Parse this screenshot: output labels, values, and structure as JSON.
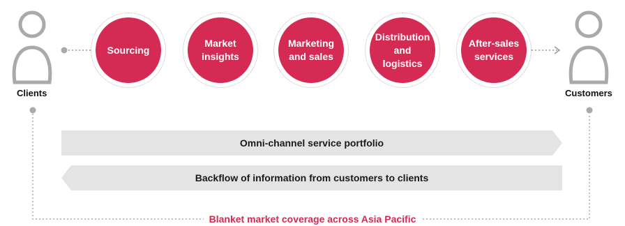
{
  "actors": {
    "left": {
      "label": "Clients",
      "icon": "person-icon"
    },
    "right": {
      "label": "Customers",
      "icon": "person-icon"
    }
  },
  "stages": [
    {
      "label": "Sourcing"
    },
    {
      "label": "Market\ninsights"
    },
    {
      "label": "Marketing\nand sales"
    },
    {
      "label": "Distribution\nand\nlogistics"
    },
    {
      "label": "After-sales\nservices"
    }
  ],
  "banners": {
    "forward": "Omni-channel service portfolio",
    "backward": "Backflow of information from customers to clients"
  },
  "coverage": "Blanket market coverage across Asia Pacific",
  "colors": {
    "accent": "#d42a53",
    "banner": "#e4e4e4",
    "icon": "#aaaaaa",
    "connector": "#999999"
  }
}
